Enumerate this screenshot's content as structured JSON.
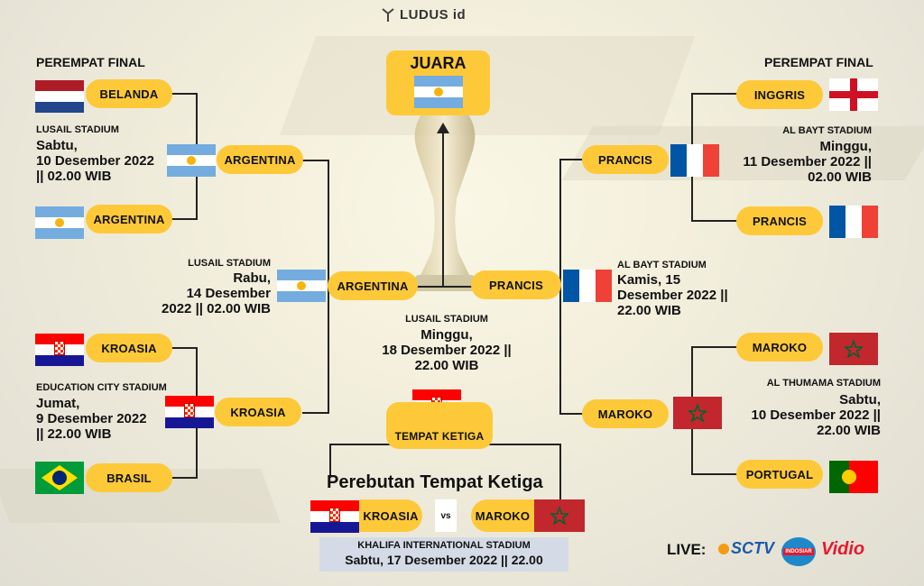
{
  "brand": "LUDUS id",
  "left_qf_title": "PEREMPAT FINAL",
  "right_qf_title": "PEREMPAT FINAL",
  "final": {
    "title": "JUARA"
  },
  "third_place": {
    "title": "TEMPAT KETIGA",
    "heading": "Perebutan Tempat Ketiga",
    "team_a": "KROASIA",
    "vs": "vs",
    "team_b": "MAROKO",
    "stadium": "KHALIFA INTERNATIONAL STADIUM",
    "date": "Sabtu, 17 Desember 2022 || 22.00"
  },
  "qf_left_top": {
    "team_a": "BELANDA",
    "team_b": "ARGENTINA",
    "winner": "ARGENTINA",
    "stadium": "LUSAIL STADIUM",
    "date_l1": "Sabtu,",
    "date_l2": "10  Desember 2022",
    "date_l3": "|| 02.00 WIB"
  },
  "qf_left_bottom": {
    "team_a": "KROASIA",
    "team_b": "BRASIL",
    "winner": "KROASIA",
    "stadium": "EDUCATION CITY STADIUM",
    "date_l1": "Jumat,",
    "date_l2": "9 Desember 2022",
    "date_l3": "|| 22.00 WIB"
  },
  "qf_right_top": {
    "team_a": "INGGRIS",
    "team_b": "PRANCIS",
    "winner": "PRANCIS",
    "stadium": "AL BAYT STADIUM",
    "date_l1": "Minggu,",
    "date_l2": "11  Desember 2022 ||",
    "date_l3": "02.00 WIB"
  },
  "qf_right_bottom": {
    "team_a": "MAROKO",
    "team_b": "PORTUGAL",
    "winner": "MAROKO",
    "stadium": "AL THUMAMA STADIUM",
    "date_l1": "Sabtu,",
    "date_l2": "10  Desember 2022 ||",
    "date_l3": "22.00 WIB"
  },
  "sf_left": {
    "winner": "ARGENTINA",
    "stadium": "LUSAIL STADIUM",
    "date_l1": "Rabu,",
    "date_l2": "14  Desember",
    "date_l3": "2022 || 02.00 WIB"
  },
  "sf_right": {
    "winner": "PRANCIS",
    "stadium": "AL BAYT STADIUM",
    "date_l1": "Kamis, 15",
    "date_l2": "Desember 2022 ||",
    "date_l3": "22.00 WIB"
  },
  "final_match": {
    "stadium": "LUSAIL STADIUM",
    "date_l1": "Minggu,",
    "date_l2": "18 Desember 2022 ||",
    "date_l3": "22.00 WIB"
  },
  "live": {
    "label": "LIVE:",
    "ch1": "SCTV",
    "ch2": "INDOSIAR",
    "ch3": "Vidio"
  },
  "colors": {
    "pill": "#fdc939",
    "line": "#222222",
    "sctv": "#1e5aa8",
    "vidio": "#e5192e"
  }
}
